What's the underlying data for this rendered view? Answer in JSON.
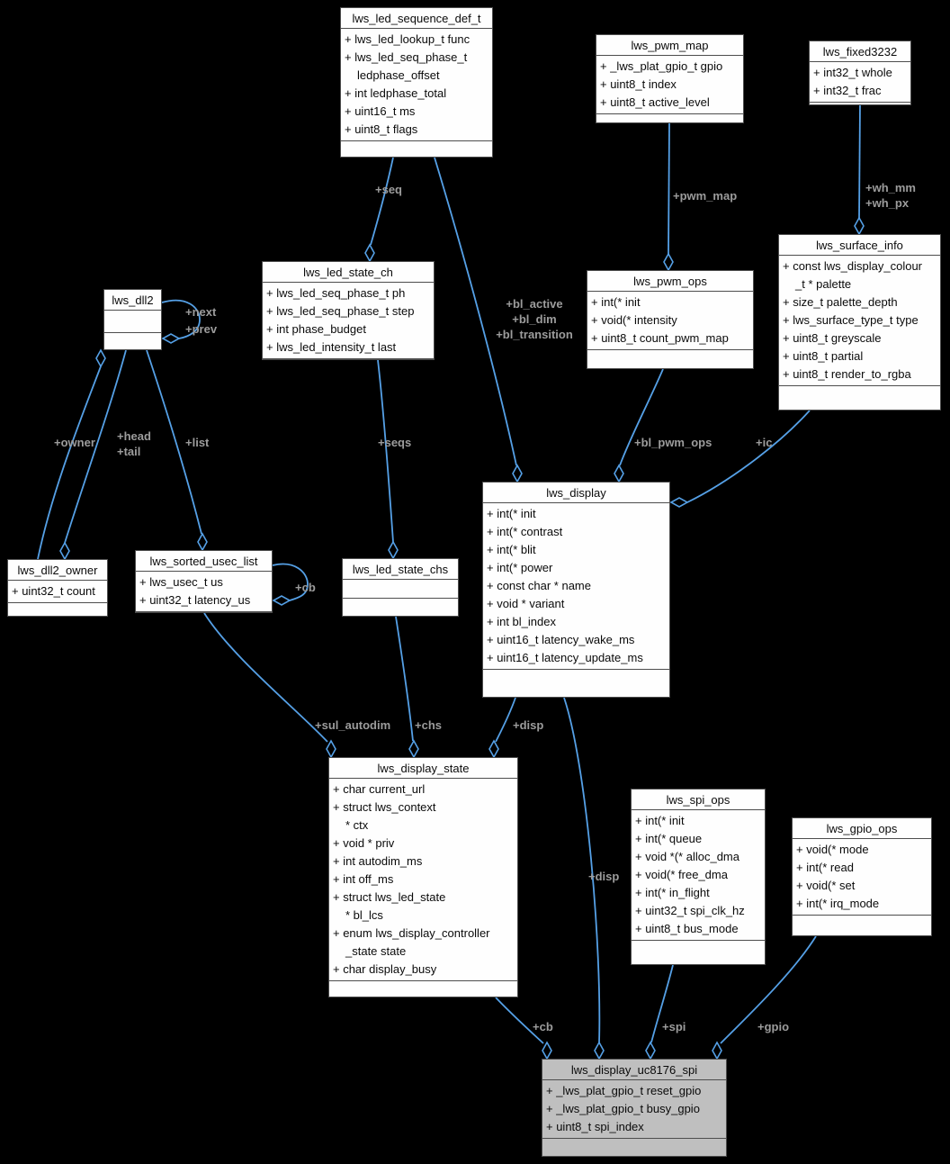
{
  "diagram": {
    "background_color": "#000000",
    "edge_color": "#55a0e6",
    "edge_label_color": "#9c9c9c",
    "node_fill": "#fefefe",
    "node_border": "#4d4d4d",
    "highlight_fill": "#bfbfbf"
  },
  "nodes": {
    "led_sequence_def": {
      "title": "lws_led_sequence_def_t",
      "members": [
        "+ lws_led_lookup_t func",
        "+ lws_led_seq_phase_t\nledphase_offset",
        "+ int ledphase_total",
        "+ uint16_t ms",
        "+ uint8_t flags"
      ]
    },
    "pwm_map": {
      "title": "lws_pwm_map",
      "members": [
        "+ _lws_plat_gpio_t gpio",
        "+ uint8_t index",
        "+ uint8_t active_level"
      ]
    },
    "fixed3232": {
      "title": "lws_fixed3232",
      "members": [
        "+ int32_t whole",
        "+ int32_t frac"
      ]
    },
    "led_state_ch": {
      "title": "lws_led_state_ch",
      "members": [
        "+ lws_led_seq_phase_t ph",
        "+ lws_led_seq_phase_t step",
        "+ int phase_budget",
        "+ lws_led_intensity_t last"
      ]
    },
    "dll2": {
      "title": "lws_dll2",
      "members": []
    },
    "pwm_ops": {
      "title": "lws_pwm_ops",
      "members": [
        "+ int(* init",
        "+ void(* intensity",
        "+ uint8_t count_pwm_map"
      ]
    },
    "surface_info": {
      "title": "lws_surface_info",
      "members": [
        "+ const lws_display_colour\n_t * palette",
        "+ size_t palette_depth",
        "+ lws_surface_type_t type",
        "+ uint8_t greyscale",
        "+ uint8_t partial",
        "+ uint8_t render_to_rgba"
      ]
    },
    "display": {
      "title": "lws_display",
      "members": [
        "+ int(* init",
        "+ int(* contrast",
        "+ int(* blit",
        "+ int(* power",
        "+ const char * name",
        "+ void * variant",
        "+ int bl_index",
        "+ uint16_t latency_wake_ms",
        "+ uint16_t latency_update_ms"
      ]
    },
    "dll2_owner": {
      "title": "lws_dll2_owner",
      "members": [
        "+ uint32_t count"
      ]
    },
    "sorted_usec_list": {
      "title": "lws_sorted_usec_list",
      "members": [
        "+ lws_usec_t us",
        "+ uint32_t latency_us"
      ]
    },
    "led_state_chs": {
      "title": "lws_led_state_chs",
      "members": []
    },
    "display_state": {
      "title": "lws_display_state",
      "members": [
        "+ char current_url",
        "+ struct lws_context\n* ctx",
        "+ void * priv",
        "+ int autodim_ms",
        "+ int off_ms",
        "+ struct lws_led_state\n* bl_lcs",
        "+ enum lws_display_controller\n_state state",
        "+ char display_busy"
      ]
    },
    "spi_ops": {
      "title": "lws_spi_ops",
      "members": [
        "+ int(* init",
        "+ int(* queue",
        "+ void *(* alloc_dma",
        "+ void(* free_dma",
        "+ int(* in_flight",
        "+ uint32_t spi_clk_hz",
        "+ uint8_t bus_mode"
      ]
    },
    "gpio_ops": {
      "title": "lws_gpio_ops",
      "members": [
        "+ void(* mode",
        "+ int(* read",
        "+ void(* set",
        "+ int(* irq_mode"
      ]
    },
    "display_uc8176_spi": {
      "title": "lws_display_uc8176_spi",
      "members": [
        "+ _lws_plat_gpio_t reset_gpio",
        "+ _lws_plat_gpio_t busy_gpio",
        "+ uint8_t spi_index"
      ]
    }
  },
  "labels": {
    "seq": "+seq",
    "bl_group": "+bl_active\n+bl_dim\n+bl_transition",
    "pwm_map": "+pwm_map",
    "wh": "+wh_mm\n+wh_px",
    "next_prev": "+next\n+prev",
    "owner": "+owner",
    "head_tail": "+head\n+tail",
    "list": "+list",
    "cb_loop": "+cb",
    "seqs": "+seqs",
    "bl_pwm_ops": "+bl_pwm_ops",
    "ic": "+ic",
    "disp_state": "+disp",
    "sul_autodim": "+sul_autodim",
    "chs": "+chs",
    "disp_uc": "+disp",
    "cb": "+cb",
    "spi": "+spi",
    "gpio": "+gpio"
  }
}
